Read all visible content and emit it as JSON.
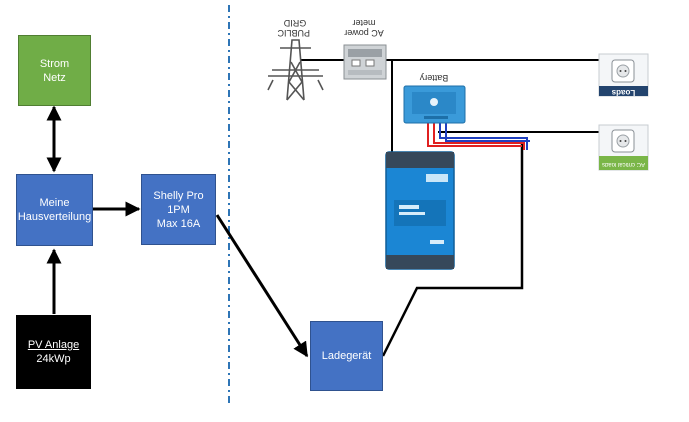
{
  "left": {
    "strom_netz": {
      "line1": "Strom",
      "line2": "Netz"
    },
    "hausverteilung": {
      "line1": "Meine",
      "line2": "Hausverteilung"
    },
    "shelly": {
      "line1": "Shelly Pro 1PM",
      "line2": "Max 16A"
    },
    "pv": {
      "line1": "PV Anlage",
      "line2": "24kWp"
    },
    "ladegeraet": {
      "label": "Ladegerät"
    }
  },
  "right": {
    "grid_label": {
      "line1": "PUBLIC",
      "line2": "GRID"
    },
    "meter_label": {
      "line1": "AC power",
      "line2": "meter"
    },
    "battery_label": "Battery",
    "loads_label": "Loads",
    "critical_label": "AC critical loads"
  },
  "colors": {
    "box_blue": "#4472c4",
    "box_green": "#70ad47",
    "divider": "#2e75b6",
    "inverter_blue": "#1b86d4",
    "wire_red": "#e02020",
    "wire_blue": "#1f3fbf"
  },
  "icons": [
    "transmission-tower-icon",
    "energy-meter-icon",
    "battery-icon",
    "inverter-icon",
    "socket-icon"
  ]
}
